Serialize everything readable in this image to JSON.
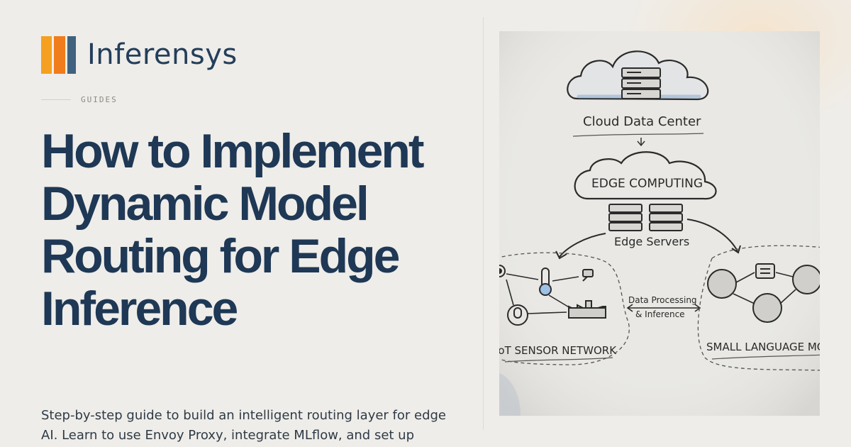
{
  "brand": {
    "name": "Inferensys",
    "colors": {
      "bar1": "#f5a020",
      "bar2": "#f07c1b",
      "bar3": "#41627f",
      "text": "#233e5a"
    }
  },
  "category": "GUIDES",
  "title": "How to Implement Dynamic Model Routing for Edge Inference",
  "subtitle": "Step-by-step guide to build an intelligent routing layer for edge AI. Learn to use Envoy Proxy, integrate MLflow, and set up",
  "hero": {
    "cloud_label": "Cloud Data Center",
    "edge_label": "EDGE COMPUTING",
    "servers_label": "Edge Servers",
    "iot_label": "IoT SENSOR NETWORK",
    "flow_label_1": "Data Processing",
    "flow_label_2": "& Inference",
    "slm_label": "SMALL LANGUAGE MOD"
  }
}
